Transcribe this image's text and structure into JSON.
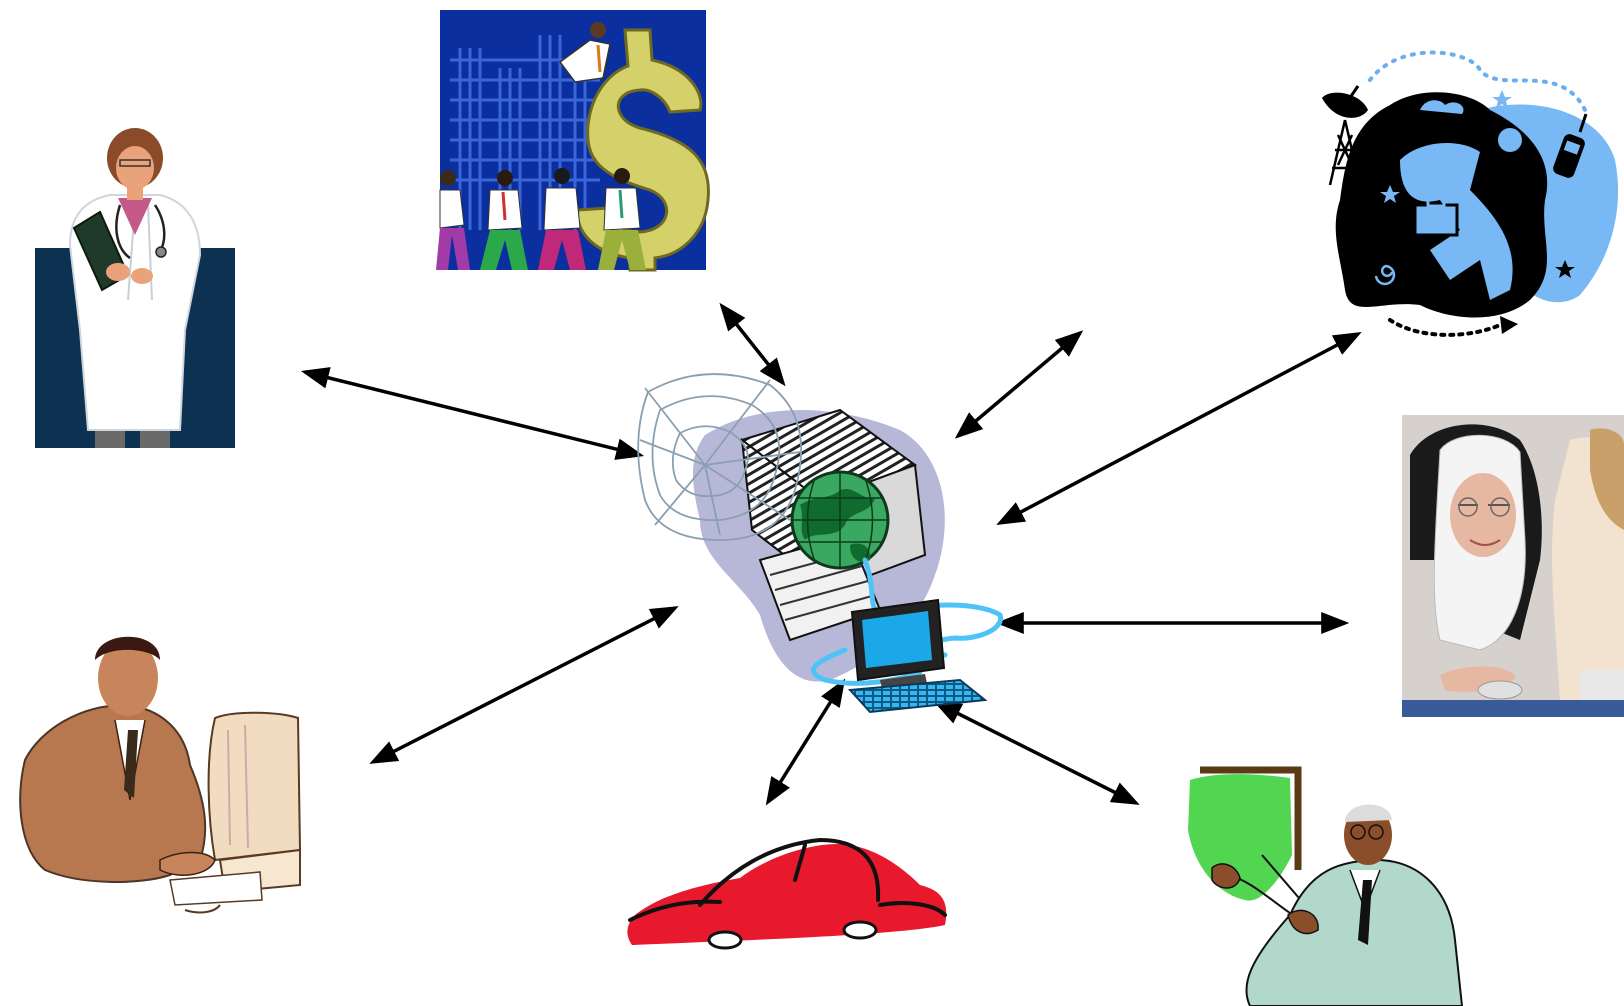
{
  "diagram": {
    "background": "#ffffff",
    "hub": {
      "subject": "internet-computer-hub",
      "parts": [
        "spider-web",
        "globe",
        "computer-tower",
        "paper-stack",
        "monitor",
        "keyboard",
        "network-cable"
      ],
      "colors": {
        "globe_ocean": "#3aa860",
        "globe_land": "#0f6b2e",
        "monitor_screen": "#1aa8e8",
        "cable": "#4fc3f7",
        "shadow": "#b7b8d8"
      }
    },
    "nodes": [
      {
        "id": "doctor",
        "subject": "doctor-with-clipboard",
        "colors": {
          "panel": "#0d3150",
          "coat": "#ffffff",
          "hair": "#8b4a2a"
        }
      },
      {
        "id": "business",
        "subject": "business-people-dollar-sign",
        "colors": {
          "background": "#0b2f9e",
          "bars": "#2a55c8",
          "dollar": "#d4d06a"
        }
      },
      {
        "id": "communication",
        "subject": "satellite-traveler-phone",
        "colors": {
          "blob": "#000000",
          "accent": "#78b8f5",
          "dots": "#6aaef0"
        }
      },
      {
        "id": "elderly-user",
        "subject": "nun-using-computer",
        "colors": {
          "habit": "#1a1a1a",
          "wimple": "#f4f4f4",
          "skin": "#e6b8a2"
        }
      },
      {
        "id": "teacher",
        "subject": "presenter-with-board",
        "colors": {
          "board": "#3fd13f",
          "frame": "#5a3a14",
          "jacket": "#b2d8cc"
        }
      },
      {
        "id": "car",
        "subject": "red-car",
        "colors": {
          "body": "#e8192c",
          "outline": "#111111"
        }
      },
      {
        "id": "office-worker",
        "subject": "man-at-computer",
        "colors": {
          "suit": "#b06a3c",
          "monitor": "#f2dcc0"
        }
      }
    ],
    "connectors": {
      "style": "double-headed-arrow",
      "color": "#000000",
      "links": [
        {
          "from": "hub",
          "to": "doctor"
        },
        {
          "from": "hub",
          "to": "business"
        },
        {
          "from": "hub",
          "to": "upper-right"
        },
        {
          "from": "hub",
          "to": "communication"
        },
        {
          "from": "hub",
          "to": "elderly-user"
        },
        {
          "from": "hub",
          "to": "teacher"
        },
        {
          "from": "hub",
          "to": "car"
        },
        {
          "from": "hub",
          "to": "office-worker"
        }
      ]
    }
  }
}
